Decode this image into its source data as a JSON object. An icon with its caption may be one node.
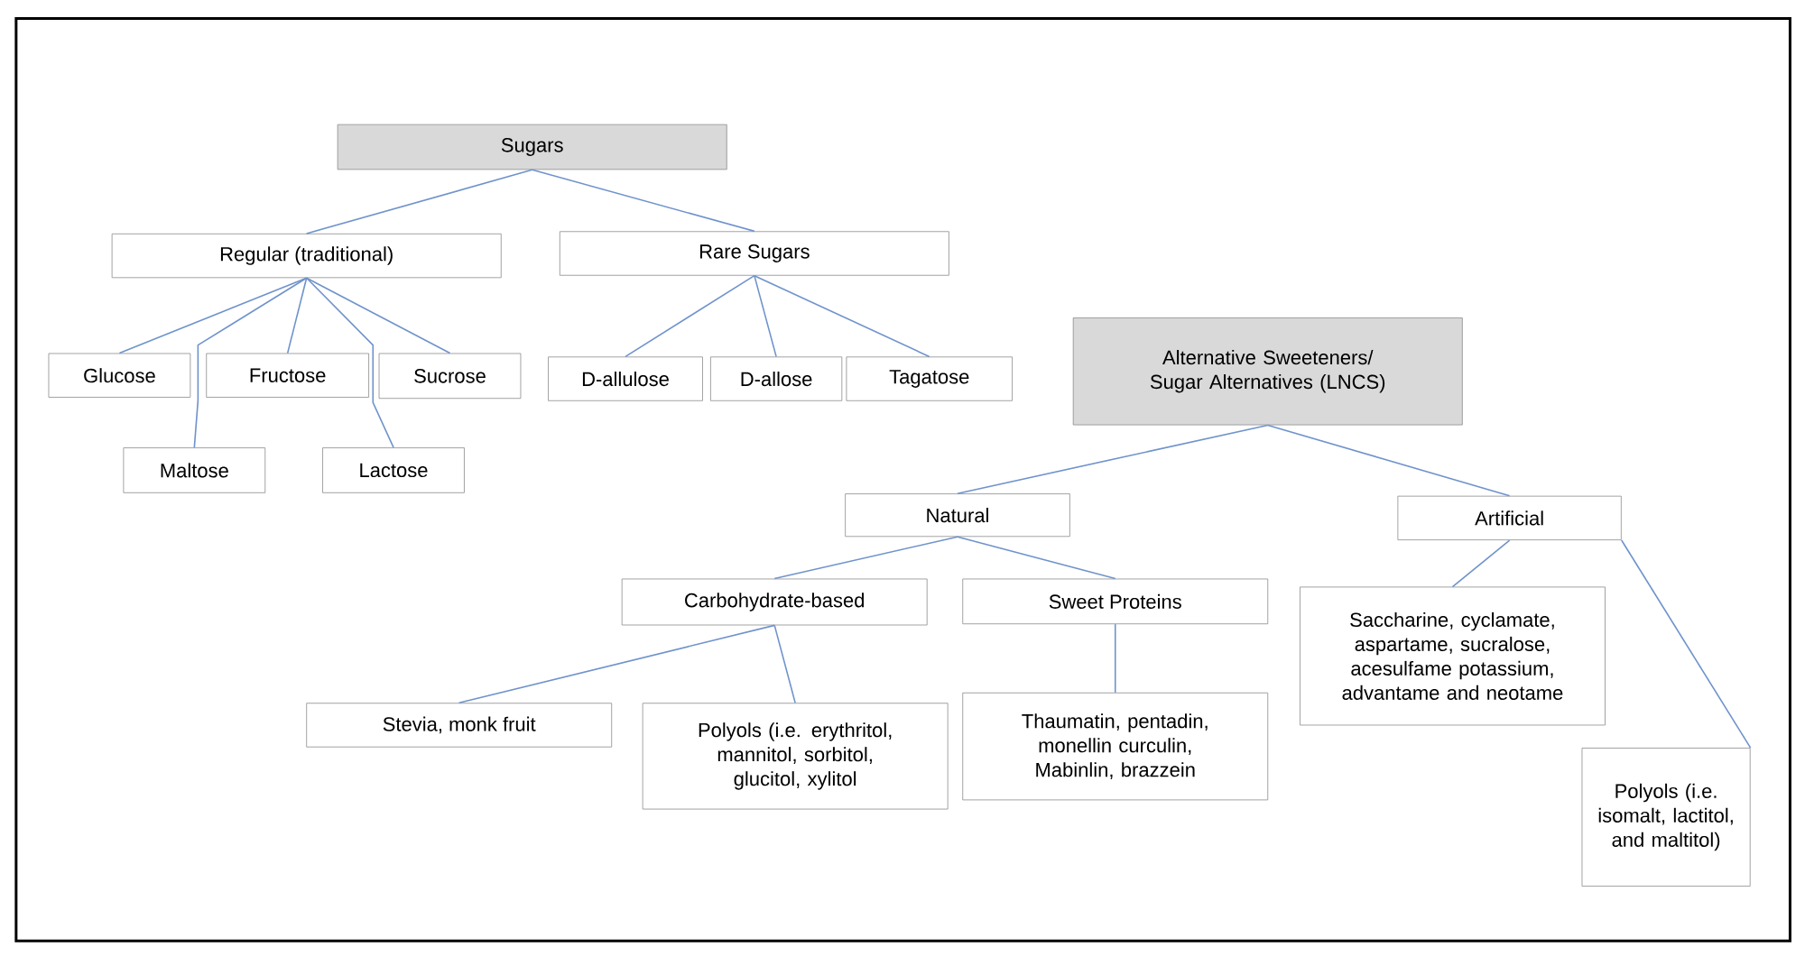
{
  "diagram": {
    "nodes": [
      {
        "text": [
          "Sugars"
        ]
      },
      {
        "text": [
          "Regular (traditional)"
        ]
      },
      {
        "text": [
          "Rare Sugars"
        ]
      },
      {
        "text": [
          "Glucose"
        ]
      },
      {
        "text": [
          "Fructose"
        ]
      },
      {
        "text": [
          "Sucrose"
        ]
      },
      {
        "text": [
          "Maltose"
        ]
      },
      {
        "text": [
          "Lactose"
        ]
      },
      {
        "text": [
          "D-allulose"
        ]
      },
      {
        "text": [
          "D-allose"
        ]
      },
      {
        "text": [
          "Tagatose"
        ]
      },
      {
        "text": [
          "Alternative Sweeteners/ Sugar Alternatives (LNCS)"
        ]
      },
      {
        "text": [
          "Natural"
        ]
      },
      {
        "text": [
          "Artificial"
        ]
      },
      {
        "text": [
          "Carbohydrate-based"
        ]
      },
      {
        "text": [
          "Sweet Proteins"
        ]
      },
      {
        "text": [
          "Stevia, monk fruit"
        ]
      },
      {
        "text": [
          "Polyols (i.e. erythritol, mannitol, sorbitol, glucitol, xylitol"
        ]
      },
      {
        "text": [
          "Thaumatin, pentadin, monellin curculin, Mabinlin, brazzein"
        ]
      },
      {
        "text": [
          "Saccharine, cyclamate, aspartame, sucralose, acesulfame potassium, advantame and neotame"
        ]
      },
      {
        "text": [
          "Polyols (i.e.  isomalt, lactitol, and maltitol)"
        ]
      }
    ],
    "edges": [
      {
        "from": 0,
        "to": 1,
        "arrow": "none"
      },
      {
        "from": 0,
        "to": 2,
        "arrow": "none"
      },
      {
        "from": 1,
        "to": 3,
        "arrow": "none"
      },
      {
        "from": 1,
        "to": 4,
        "arrow": "none"
      },
      {
        "from": 1,
        "to": 5,
        "arrow": "none"
      },
      {
        "from": 1,
        "to": 6,
        "arrow": "none"
      },
      {
        "from": 1,
        "to": 7,
        "arrow": "none"
      },
      {
        "from": 2,
        "to": 8,
        "arrow": "none"
      },
      {
        "from": 2,
        "to": 9,
        "arrow": "none"
      },
      {
        "from": 2,
        "to": 10,
        "arrow": "none"
      },
      {
        "from": 11,
        "to": 12,
        "arrow": "none"
      },
      {
        "from": 11,
        "to": 13,
        "arrow": "none"
      },
      {
        "from": 12,
        "to": 14,
        "arrow": "none"
      },
      {
        "from": 12,
        "to": 15,
        "arrow": "none"
      },
      {
        "from": 14,
        "to": 16,
        "arrow": "none"
      },
      {
        "from": 14,
        "to": 17,
        "arrow": "none"
      },
      {
        "from": 15,
        "to": 18,
        "arrow": "none"
      },
      {
        "from": 13,
        "to": 19,
        "arrow": "none"
      },
      {
        "from": 13,
        "to": 20,
        "arrow": "none"
      }
    ]
  }
}
